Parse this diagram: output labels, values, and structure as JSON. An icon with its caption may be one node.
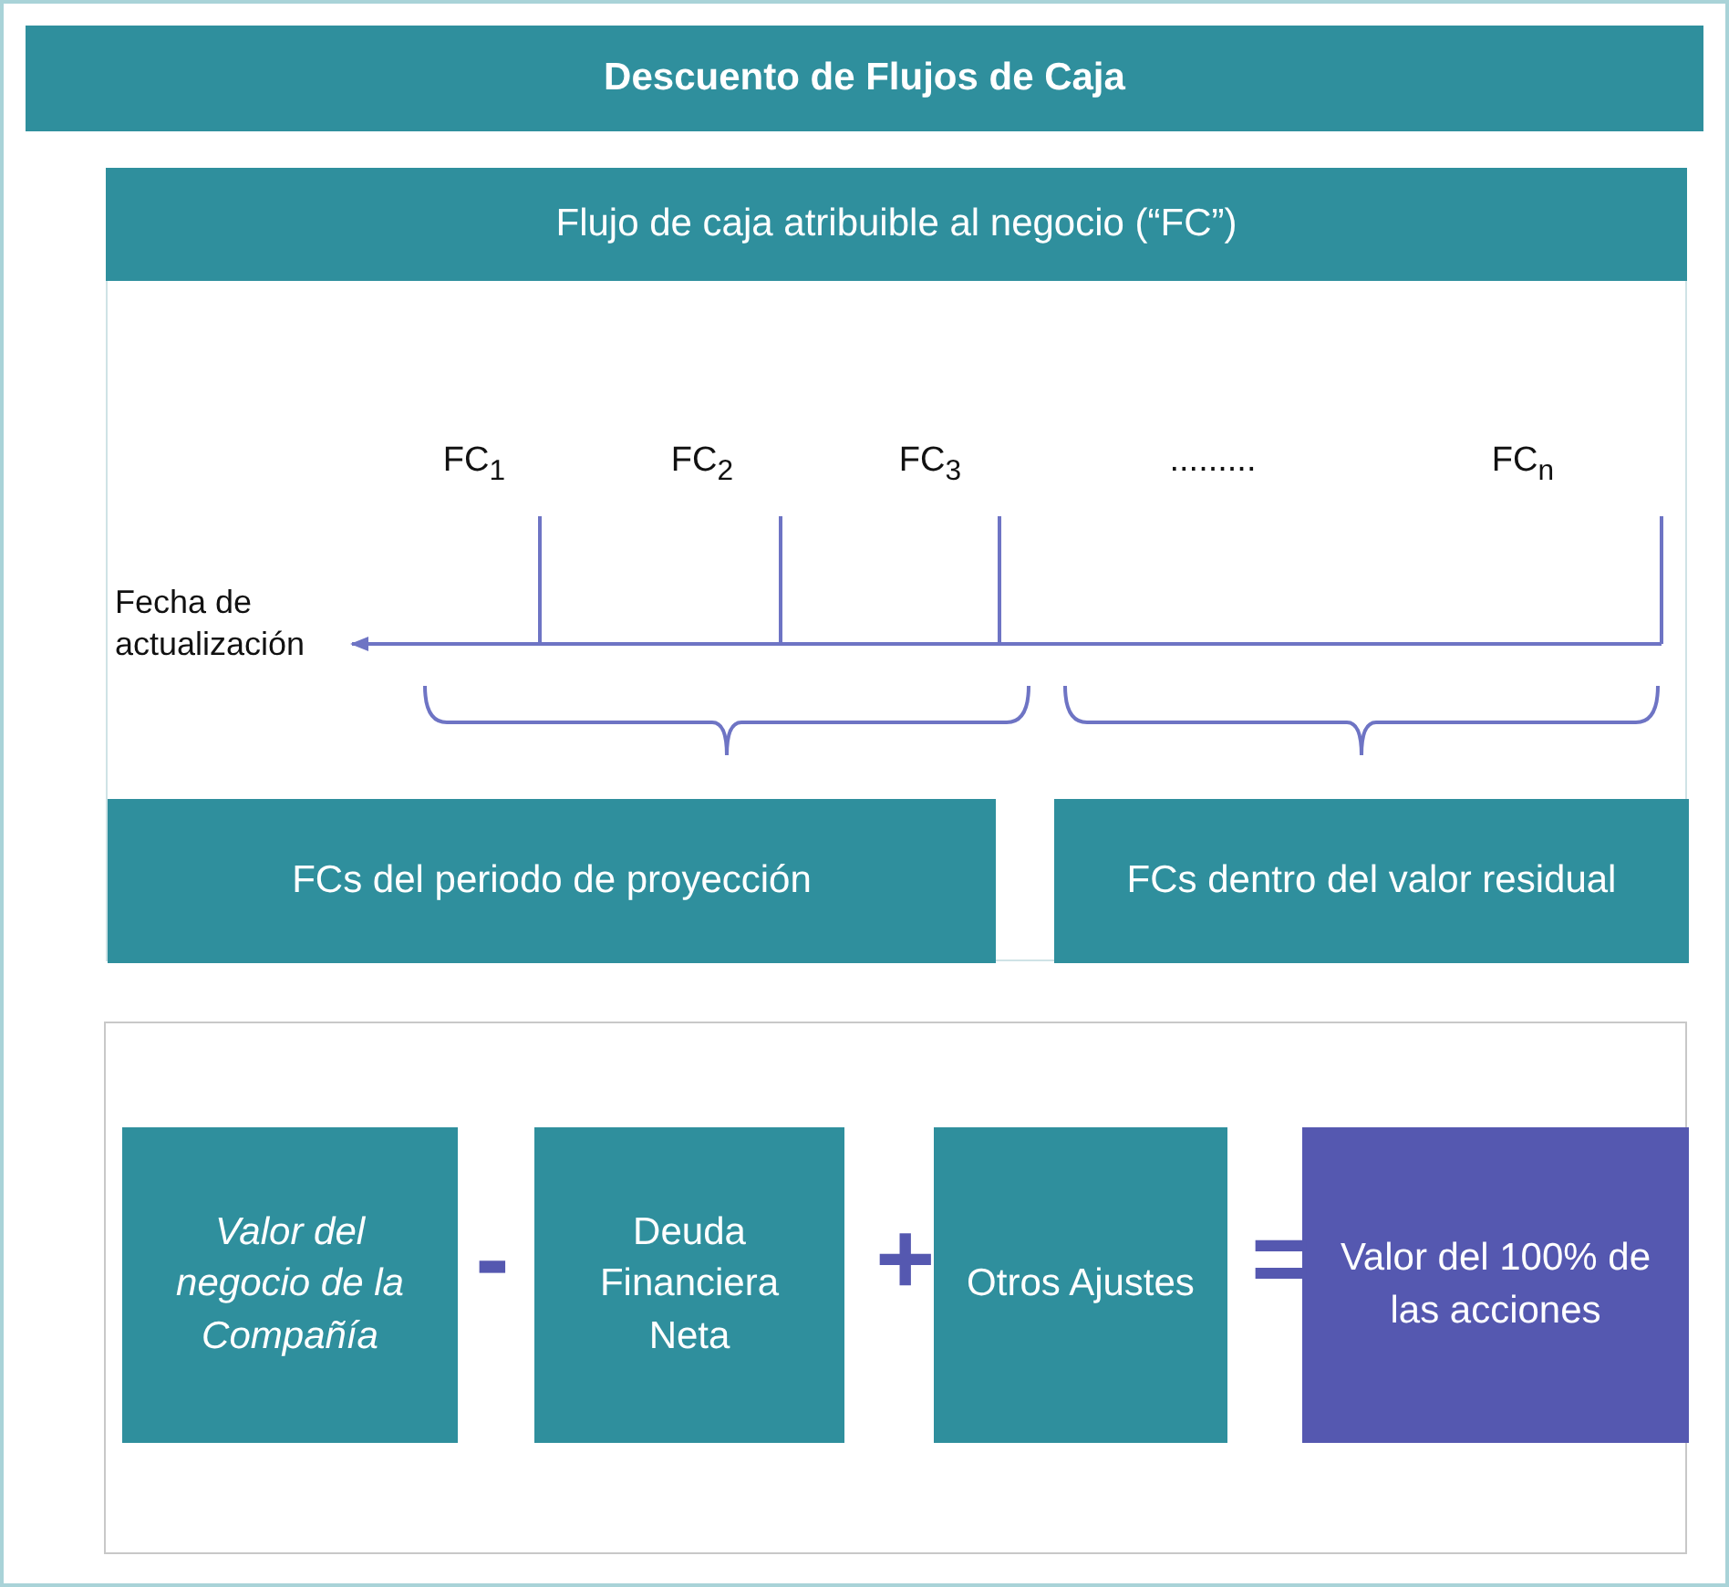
{
  "diagram": {
    "title": "Descuento de Flujos de Caja",
    "nodes": [
      {
        "text": [
          "Flujo de caja atribuible al negocio (“FC”)"
        ]
      },
      {
        "text": [
          "Fecha de actualización"
        ],
        "in": 0
      },
      {
        "text": [
          "FCs del periodo de proyección"
        ],
        "in": 0
      },
      {
        "text": [
          "FCs dentro del valor residual"
        ],
        "in": 0
      },
      {
        "text": [],
        "shape": "box"
      },
      {
        "text": [
          "Valor del negocio de la Compañía"
        ],
        "in": 4
      },
      {
        "text": [
          "Deuda Financiera Neta"
        ],
        "in": 4
      },
      {
        "text": [
          "Otros Ajustes"
        ],
        "in": 4
      },
      {
        "text": [
          "Valor del 100% de las acciones"
        ],
        "in": 4
      }
    ],
    "edges": [
      {
        "from": null,
        "to": 1,
        "arrow": "to"
      }
    ],
    "labels": [
      "FC$_{1}$",
      "FC$_{2}$",
      "FC$_{3}$",
      ".........",
      "FC$_{n}$",
      "-",
      "+",
      "="
    ]
  }
}
